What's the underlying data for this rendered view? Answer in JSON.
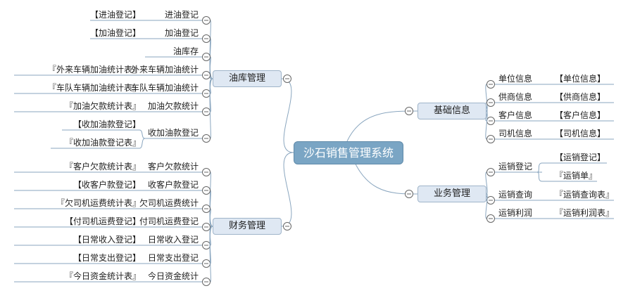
{
  "root": "沙石销售管理系统",
  "left": [
    {
      "topic": "油库管理",
      "children": [
        {
          "label": "进油登记",
          "leaves": [
            "【进油登记】"
          ]
        },
        {
          "label": "加油登记",
          "leaves": [
            "【加油登记】"
          ]
        },
        {
          "label": "油库存",
          "leaves": []
        },
        {
          "label": "外来车辆加油统计",
          "leaves": [
            "『外来车辆加油统计表』"
          ]
        },
        {
          "label": "车队车辆加油统计",
          "leaves": [
            "『车队车辆加油统计表』"
          ]
        },
        {
          "label": "加油欠款统计",
          "leaves": [
            "『加油欠款统计表』"
          ]
        },
        {
          "label": "收加油款登记",
          "leaves": [
            "【收加油款登记】",
            "『收加油款登记表』"
          ]
        }
      ]
    },
    {
      "topic": "财务管理",
      "children": [
        {
          "label": "客户欠款统计",
          "leaves": [
            "『客户欠款统计表』"
          ]
        },
        {
          "label": "收客户款登记",
          "leaves": [
            "【收客户款登记】"
          ]
        },
        {
          "label": "欠司机运费统计",
          "leaves": [
            "『欠司机运费统计表』"
          ]
        },
        {
          "label": "付司机运费登记",
          "leaves": [
            "【付司机运费登记】"
          ]
        },
        {
          "label": "日常收入登记",
          "leaves": [
            "【日常收入登记】"
          ]
        },
        {
          "label": "日常支出登记",
          "leaves": [
            "【日常支出登记】"
          ]
        },
        {
          "label": "今日资金统计",
          "leaves": [
            "『今日资金统计表』"
          ]
        }
      ]
    }
  ],
  "right": [
    {
      "topic": "基础信息",
      "children": [
        {
          "label": "单位信息",
          "leaves": [
            "【单位信息】"
          ]
        },
        {
          "label": "供商信息",
          "leaves": [
            "【供商信息】"
          ]
        },
        {
          "label": "客户信息",
          "leaves": [
            "【客户信息】"
          ]
        },
        {
          "label": "司机信息",
          "leaves": [
            "【司机信息】"
          ]
        }
      ]
    },
    {
      "topic": "业务管理",
      "children": [
        {
          "label": "运销登记",
          "leaves": [
            "【运销登记】",
            "『运销单』"
          ]
        },
        {
          "label": "运销查询",
          "leaves": [
            "『运销查询表』"
          ]
        },
        {
          "label": "运销利润",
          "leaves": [
            "『运销利润表』"
          ]
        }
      ]
    }
  ]
}
